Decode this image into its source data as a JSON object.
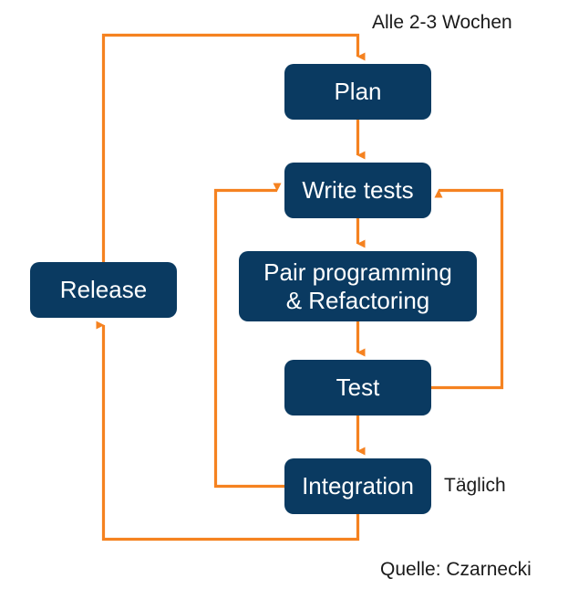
{
  "diagram": {
    "title_annotation": "Alle 2-3 Wochen",
    "daily_annotation": "Täglich",
    "source_annotation": "Quelle: Czarnecki",
    "colors": {
      "node_fill": "#0a3a61",
      "node_text": "#ffffff",
      "connector": "#f58220",
      "background": "#ffffff",
      "annotation_text": "#1a1a1a"
    },
    "nodes": [
      {
        "id": "plan",
        "label": "Plan"
      },
      {
        "id": "write-tests",
        "label": "Write tests"
      },
      {
        "id": "pair-programming",
        "label": "Pair programming\n& Refactoring"
      },
      {
        "id": "test",
        "label": "Test"
      },
      {
        "id": "integration",
        "label": "Integration"
      },
      {
        "id": "release",
        "label": "Release"
      }
    ],
    "edges": [
      {
        "from": "release",
        "to": "plan",
        "kind": "loop-top",
        "label": "Alle 2-3 Wochen"
      },
      {
        "from": "plan",
        "to": "write-tests",
        "kind": "straight-down"
      },
      {
        "from": "write-tests",
        "to": "pair-programming",
        "kind": "straight-down"
      },
      {
        "from": "pair-programming",
        "to": "test",
        "kind": "straight-down"
      },
      {
        "from": "test",
        "to": "integration",
        "kind": "straight-down"
      },
      {
        "from": "test",
        "to": "write-tests",
        "kind": "loop-right"
      },
      {
        "from": "integration",
        "to": "write-tests",
        "kind": "loop-left",
        "label": "Täglich"
      },
      {
        "from": "integration",
        "to": "release",
        "kind": "loop-bottom"
      }
    ]
  }
}
